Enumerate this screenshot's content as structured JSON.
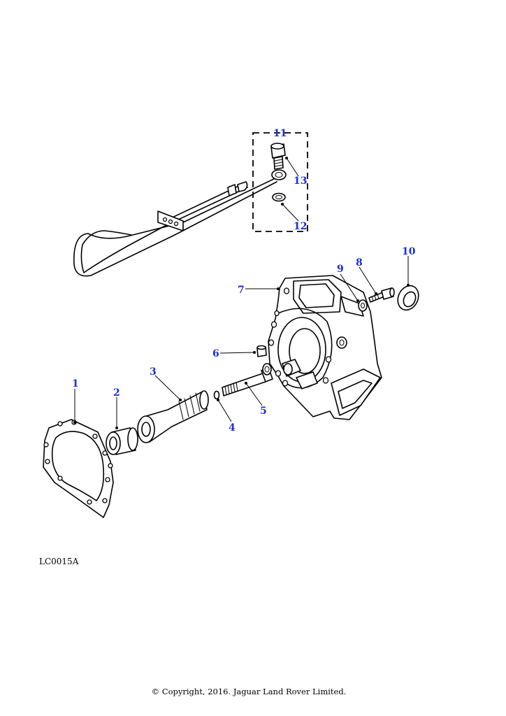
{
  "callouts": [
    {
      "id": "1",
      "label": "1"
    },
    {
      "id": "2",
      "label": "2"
    },
    {
      "id": "3",
      "label": "3"
    },
    {
      "id": "4",
      "label": "4"
    },
    {
      "id": "5",
      "label": "5"
    },
    {
      "id": "6",
      "label": "6"
    },
    {
      "id": "7",
      "label": "7"
    },
    {
      "id": "8",
      "label": "8"
    },
    {
      "id": "9",
      "label": "9"
    },
    {
      "id": "10",
      "label": "10"
    },
    {
      "id": "11",
      "label": "11"
    },
    {
      "id": "12",
      "label": "12"
    },
    {
      "id": "13",
      "label": "13"
    }
  ],
  "figure_code": "LC0015A",
  "copyright": "© Copyright, 2016. Jaguar Land Rover Limited.",
  "colors": {
    "callout": "#1a2fd6",
    "line": "#000000",
    "background": "#ffffff"
  }
}
